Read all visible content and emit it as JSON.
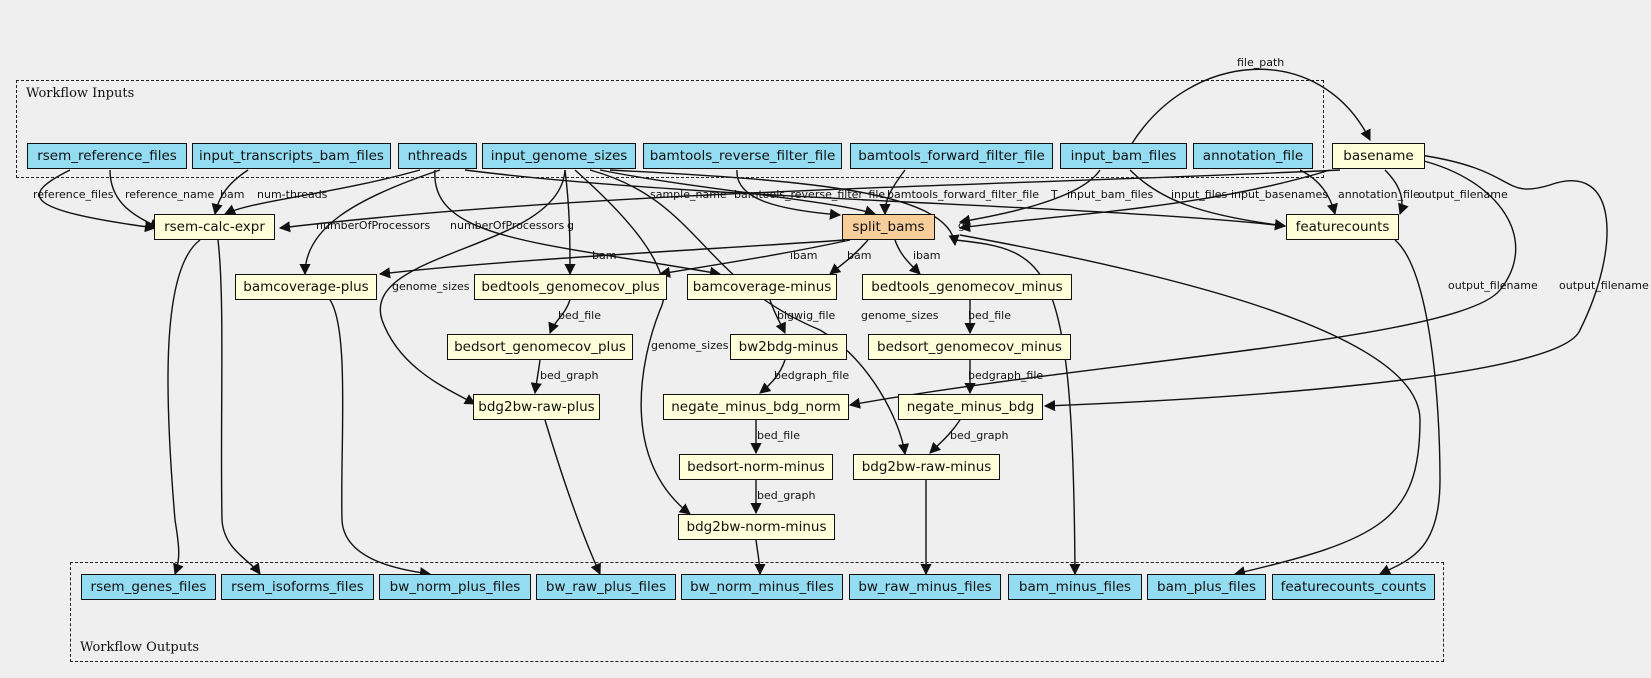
{
  "clusters": {
    "inputs_title": "Workflow Inputs",
    "outputs_title": "Workflow Outputs"
  },
  "inputs": [
    "rsem_reference_files",
    "input_transcripts_bam_files",
    "nthreads",
    "input_genome_sizes",
    "bamtools_reverse_filter_file",
    "bamtools_forward_filter_file",
    "input_bam_files",
    "annotation_file"
  ],
  "steps": {
    "basename": "basename",
    "rsem_calc_expr": "rsem-calc-expr",
    "split_bams": "split_bams",
    "featurecounts": "featurecounts",
    "bamcoverage_plus": "bamcoverage-plus",
    "bedtools_genomecov_plus": "bedtools_genomecov_plus",
    "bamcoverage_minus": "bamcoverage-minus",
    "bedtools_genomecov_minus": "bedtools_genomecov_minus",
    "bedsort_genomecov_plus": "bedsort_genomecov_plus",
    "bw2bdg_minus": "bw2bdg-minus",
    "bedsort_genomecov_minus": "bedsort_genomecov_minus",
    "bdg2bw_raw_plus": "bdg2bw-raw-plus",
    "negate_minus_bdg_norm": "negate_minus_bdg_norm",
    "negate_minus_bdg": "negate_minus_bdg",
    "bedsort_norm_minus": "bedsort-norm-minus",
    "bdg2bw_raw_minus": "bdg2bw-raw-minus",
    "bdg2bw_norm_minus": "bdg2bw-norm-minus"
  },
  "outputs": [
    "rsem_genes_files",
    "rsem_isoforms_files",
    "bw_norm_plus_files",
    "bw_raw_plus_files",
    "bw_norm_minus_files",
    "bw_raw_minus_files",
    "bam_minus_files",
    "bam_plus_files",
    "featurecounts_counts"
  ],
  "edge_labels": {
    "file_path": "file_path",
    "reference_files": "reference_files",
    "reference_name": "reference_name",
    "bam": "bam",
    "num_threads": "num-threads",
    "sample_name": "sample_name",
    "bamtools_reverse_filter_file": "bamtools_reverse_filter_file",
    "bamtools_forward_filter_file": "bamtools_forward_filter_file",
    "T": "T",
    "input_bam_files": "input_bam_files",
    "input_files": "input_files",
    "input_basenames": "input_basenames",
    "annotation_file": "annotation_file",
    "output_filename_fc": "output_filename",
    "numberOfProcessors_plus": "numberOfProcessors",
    "numberOfProcessors_minus": "numberOfProcessors",
    "g_plus": "g",
    "g_minus": "g",
    "bam_split_plus": "bam",
    "ibam_plus": "ibam",
    "bam_split_minus": "bam",
    "ibam_minus": "ibam",
    "genome_sizes_raw_plus": "genome_sizes",
    "genome_sizes_raw_minus": "genome_sizes",
    "genome_sizes_norm_minus": "genome_sizes",
    "bed_file_plus": "bed_file",
    "bigwig_file": "bigwig_file",
    "bed_file_minus": "bed_file",
    "output_filename_norm": "output_filename",
    "output_filename_bdg": "output_filename",
    "bed_graph_plus": "bed_graph",
    "bedgraph_file_norm": "bedgraph_file",
    "bedgraph_file_minus": "bedgraph_file",
    "bed_file_norm": "bed_file",
    "bed_graph_raw_minus": "bed_graph",
    "bed_graph_norm_minus": "bed_graph"
  }
}
